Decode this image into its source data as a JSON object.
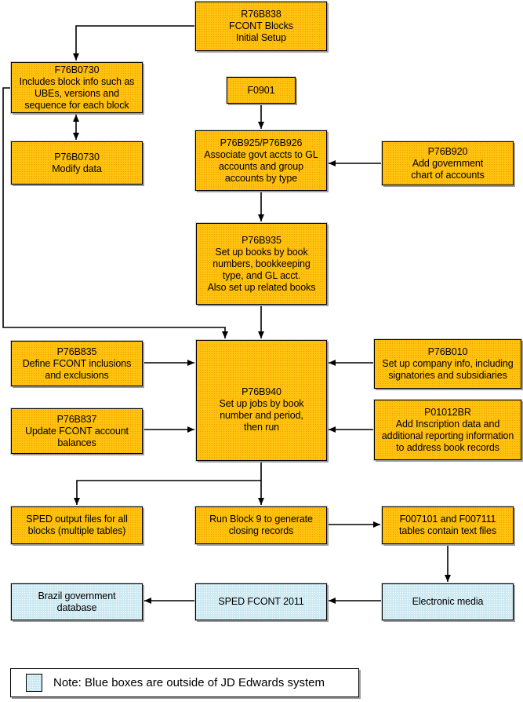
{
  "title": "SPED FCONT process flow",
  "colors": {
    "process_fill": "#ffc20e",
    "process_dot": "#ef9c00",
    "external_fill": "#cde9f2",
    "line": "#000000",
    "shadow": "#9c9c9c"
  },
  "boxes": {
    "r76b838": {
      "text": "R76B838\nFCONT Blocks\nInitial Setup"
    },
    "f76b0730": {
      "text": "F76B0730\nIncludes block info such as\nUBEs, versions and\nsequence for each block"
    },
    "p76b0730": {
      "text": "P76B0730\nModify data"
    },
    "f0901": {
      "text": "F0901"
    },
    "p76b925": {
      "text": "P76B925/P76B926\nAssociate govt accts to GL\naccounts and group\naccounts by type"
    },
    "p76b920": {
      "text": "P76B920\nAdd government\nchart of accounts"
    },
    "p76b935": {
      "text": "P76B935\nSet up books by book\nnumbers, bookkeeping\ntype, and GL acct.\nAlso set up related books"
    },
    "p76b835": {
      "text": "P76B835\nDefine FCONT inclusions\nand exclusions"
    },
    "p76b837": {
      "text": "P76B837\nUpdate FCONT account\nbalances"
    },
    "p76b940": {
      "text": "P76B940\nSet up jobs by book\nnumber and period,\nthen run"
    },
    "p76b010": {
      "text": "P76B010\nSet up company info, including\nsignatories and subsidiaries"
    },
    "p01012br": {
      "text": "P01012BR\nAdd Inscription data and\nadditional reporting information\nto address book records"
    },
    "sped_output": {
      "text": "SPED output files for all\nblocks (multiple tables)"
    },
    "run_block9": {
      "text": "Run Block 9 to generate\nclosing records"
    },
    "f007101": {
      "text": "F007101 and F007111\ntables contain text files"
    },
    "brazil_db": {
      "text": "Brazil government\ndatabase"
    },
    "sped_fcont": {
      "text": "SPED FCONT 2011"
    },
    "electronic_media": {
      "text": "Electronic media"
    }
  },
  "note": {
    "text": "Note: Blue boxes are outside of JD Edwards system"
  },
  "connections": [
    {
      "from": "R76B838",
      "to": "F76B0730"
    },
    {
      "from": "F76B0730",
      "to": "P76B0730",
      "bidirectional": true
    },
    {
      "from": "F76B0730",
      "to": "P76B940"
    },
    {
      "from": "F0901",
      "to": "P76B925/P76B926"
    },
    {
      "from": "P76B920",
      "to": "P76B925/P76B926"
    },
    {
      "from": "P76B925/P76B926",
      "to": "P76B935"
    },
    {
      "from": "P76B935",
      "to": "P76B940"
    },
    {
      "from": "P76B835",
      "to": "P76B940"
    },
    {
      "from": "P76B837",
      "to": "P76B940"
    },
    {
      "from": "P76B010",
      "to": "P76B940"
    },
    {
      "from": "P01012BR",
      "to": "P76B940"
    },
    {
      "from": "P76B940",
      "to": "SPED output files for all blocks (multiple tables)"
    },
    {
      "from": "P76B940",
      "to": "Run Block 9 to generate closing records"
    },
    {
      "from": "Run Block 9 to generate closing records",
      "to": "F007101 and F007111 tables contain text files"
    },
    {
      "from": "F007101 and F007111 tables contain text files",
      "to": "Electronic media"
    },
    {
      "from": "Electronic media",
      "to": "SPED FCONT 2011"
    },
    {
      "from": "SPED FCONT 2011",
      "to": "Brazil government database"
    }
  ]
}
